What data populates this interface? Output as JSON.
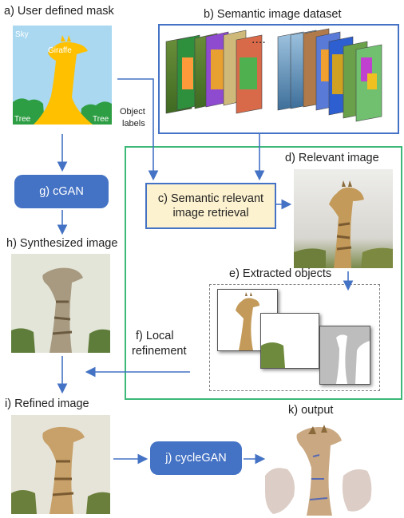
{
  "labels": {
    "mask": "a) User defined mask",
    "dataset": "b) Semantic image dataset",
    "retrieval_line1": "c) Semantic relevant",
    "retrieval_line2": "image retrieval",
    "relevant": "d) Relevant image",
    "extracted": "e) Extracted objects",
    "refine_line1": "f) Local",
    "refine_line2": "refinement",
    "cgan": "g) cGAN",
    "synth": "h) Synthesized image",
    "refined": "i) Refined image",
    "cyclegan": "j) cycleGAN",
    "output": "k) output",
    "object_labels_line1": "Object",
    "object_labels_line2": "labels",
    "ellipsis": "...."
  },
  "mask_tags": {
    "sky": "Sky",
    "giraffe": "Giraffe",
    "tree_left": "Tree",
    "tree_right": "Tree"
  },
  "colors": {
    "blue": "#4472c4",
    "green": "#3cb878",
    "retrieval_fill": "#fdf2cf",
    "sky": "#a9d8f0",
    "giraffe_mask": "#ffc000",
    "tree_mask": "#2e9e44"
  }
}
